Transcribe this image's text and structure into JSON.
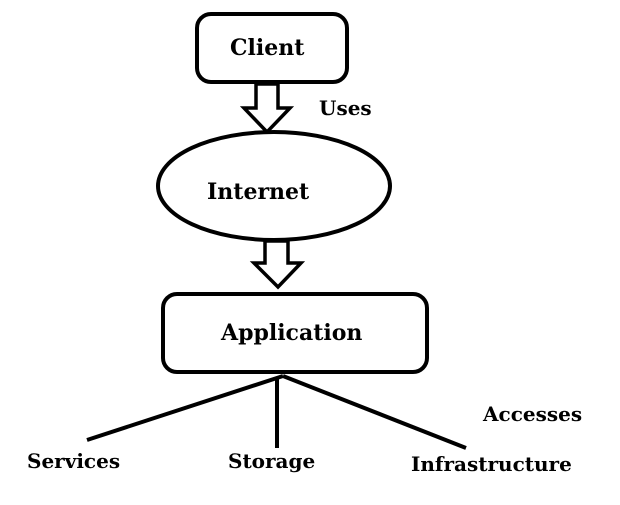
{
  "nodes": {
    "client": "Client",
    "internet": "Internet",
    "application": "Application"
  },
  "edges": {
    "uses": "Uses",
    "accesses": "Accesses"
  },
  "leaves": {
    "services": "Services",
    "storage": "Storage",
    "infrastructure": "Infrastructure"
  },
  "colors": {
    "stroke": "#000000",
    "fill": "#ffffff"
  }
}
